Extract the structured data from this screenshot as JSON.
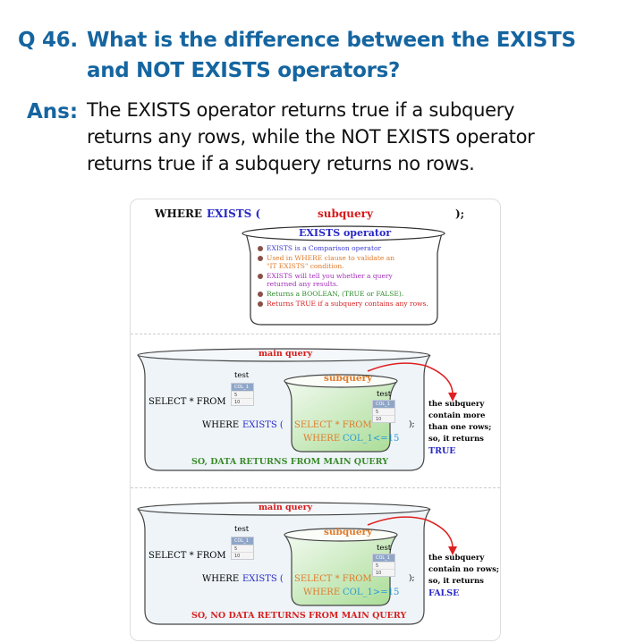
{
  "question": {
    "number": "Q 46.",
    "line1": "What is the difference between the EXISTS",
    "line2": "and NOT EXISTS operators?"
  },
  "answer": {
    "label": "Ans:",
    "lines": [
      "The EXISTS operator returns true if a subquery",
      "returns any rows, while the NOT EXISTS operator",
      "returns true if a subquery returns no rows."
    ]
  },
  "diagram": {
    "top": {
      "where": "WHERE",
      "exists": "EXISTS (",
      "subquery": "subquery",
      "close": ");",
      "pot_title": "EXISTS operator",
      "bullets": [
        {
          "lines": [
            "EXISTS is a Comparison operator"
          ],
          "color": "#3b3bd6"
        },
        {
          "lines": [
            "Used in WHERE clause to validate an",
            "\"IT EXISTS\" condition."
          ],
          "color": "#e07a2a"
        },
        {
          "lines": [
            "EXISTS will tell you whether a query",
            "returned any results."
          ],
          "color": "#a22fb8"
        },
        {
          "lines": [
            "Returns a BOOLEAN, (TRUE or FALSE)."
          ],
          "color": "#2e8b2e"
        },
        {
          "lines": [
            "Returns TRUE if a subquery contains any rows."
          ],
          "color": "#d62020"
        }
      ]
    },
    "scenarios": [
      {
        "main_label": "main query",
        "sub_label": "subquery",
        "table_name": "test",
        "col": "COL_1",
        "rows": [
          "5",
          "10"
        ],
        "select": "SELECT * FROM",
        "where": "WHERE",
        "exists": "EXISTS (",
        "sub_select": "SELECT * FROM",
        "sub_where": "WHERE",
        "condition": "COL_1<=15",
        "close": ");",
        "note": [
          "the subquery",
          "contain more",
          "than one rows;",
          "so, it returns"
        ],
        "result": "TRUE",
        "conclusion": "SO, DATA RETURNS FROM MAIN QUERY",
        "conclusion_color": "#3a8a2a"
      },
      {
        "main_label": "main query",
        "sub_label": "subquery",
        "table_name": "test",
        "col": "COL_1",
        "rows": [
          "5",
          "10"
        ],
        "select": "SELECT * FROM",
        "where": "WHERE",
        "exists": "EXISTS (",
        "sub_select": "SELECT * FROM",
        "sub_where": "WHERE",
        "condition": "COL_1>=15",
        "close": ");",
        "note": [
          "the subquery",
          "contain no rows;",
          "so, it returns"
        ],
        "result": "FALSE",
        "conclusion": "SO, NO DATA RETURNS FROM MAIN QUERY",
        "conclusion_color": "#d62020"
      }
    ]
  }
}
